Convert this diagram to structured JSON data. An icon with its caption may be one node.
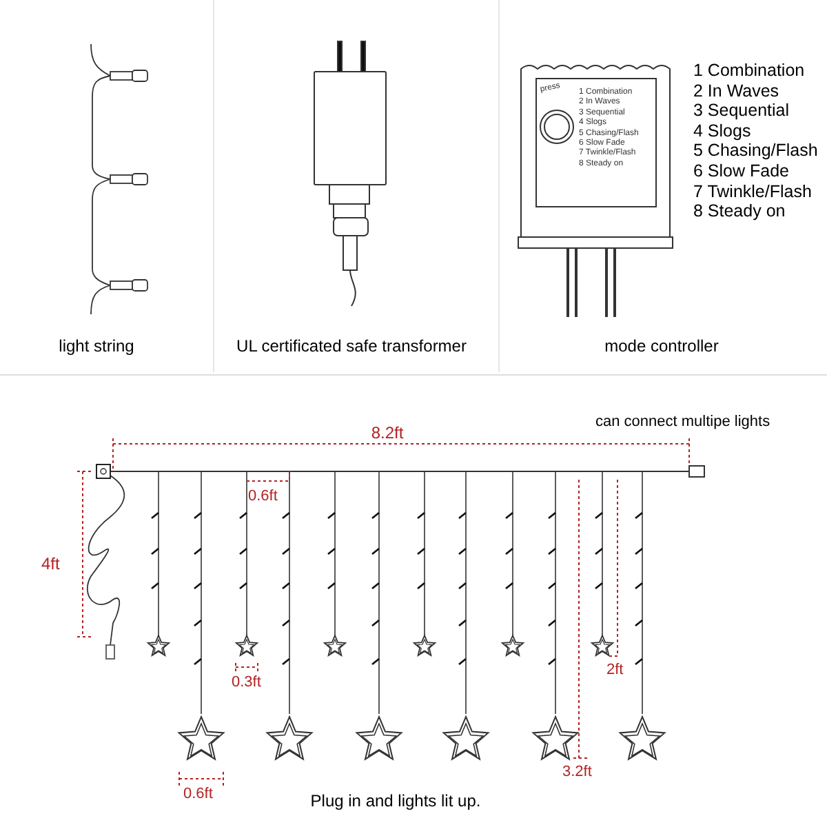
{
  "diagram": {
    "labels": [
      "light string",
      "UL certificated safe transformer",
      "press",
      "1 Combination",
      "2 In Waves",
      "3 Sequential",
      "4 Slogs",
      "5 Chasing/Flash",
      "6 Slow Fade",
      "7 Twinkle/Flash",
      "8 Steady on",
      "1 Combination",
      "2 In Waves",
      "3 Sequential",
      "4 Slogs",
      "5 Chasing/Flash",
      "6 Slow Fade",
      "7 Twinkle/Flash",
      "8 Steady on",
      "mode controller",
      "can connect multipe lights",
      "8.2ft",
      "0.6ft",
      "4ft",
      "2ft",
      "0.3ft",
      "3.2ft",
      "0.6ft",
      "Plug in and lights lit up."
    ]
  }
}
